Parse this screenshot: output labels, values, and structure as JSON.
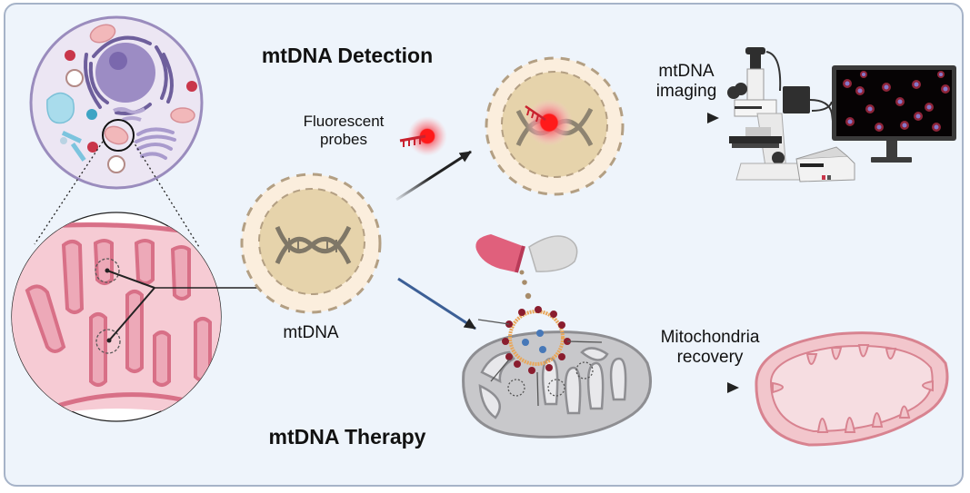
{
  "diagram": {
    "titles": {
      "detection": "mtDNA Detection",
      "therapy": "mtDNA Therapy"
    },
    "labels": {
      "fluorescent_probes_line1": "Fluorescent",
      "fluorescent_probes_line2": "probes",
      "mtdna": "mtDNA",
      "imaging_line1": "mtDNA",
      "imaging_line2": "imaging",
      "recovery_line1": "Mitochondria",
      "recovery_line2": "recovery"
    },
    "colors": {
      "background": "#eef4fb",
      "border": "#a6b3c8",
      "cell_fill": "#ece6f3",
      "cell_stroke": "#9a8cbd",
      "nucleus": "#8c7bb5",
      "mito_pink": "#f4c9d1",
      "mito_stroke": "#d07388",
      "mtdna_core": "#e6d3ab",
      "mtdna_halo": "#fbeedd",
      "dashed": "#b39f83",
      "probe_red": "#e8192c",
      "capsule_red": "#e0607c",
      "capsule_white": "#dcdcdc",
      "damaged_mito": "#c8c8cb",
      "recovered_mito": "#f2c6cc",
      "arrow_blue": "#3c5f96"
    }
  }
}
